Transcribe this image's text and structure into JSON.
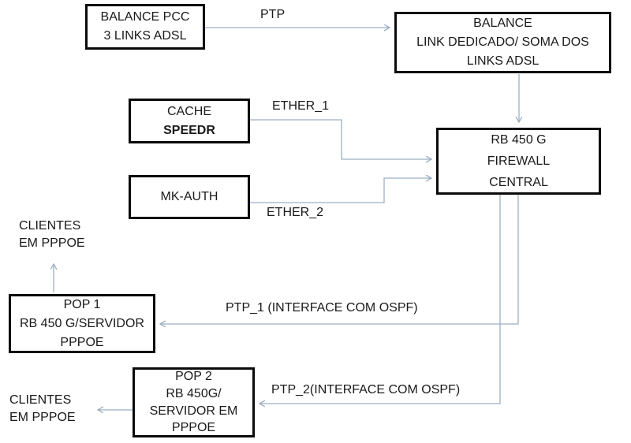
{
  "diagram": {
    "background_color": "#ffffff",
    "box_border_color": "#0a0a0a",
    "connector_color": "#9cafc3",
    "nodes": {
      "balance_pcc": {
        "line1": "BALANCE PCC",
        "line2": "3 LINKS ADSL"
      },
      "balance_dedicado": {
        "line1": "BALANCE",
        "line2": "LINK DEDICADO/ SOMA DOS",
        "line3": "LINKS ADSL"
      },
      "cache_speedr": {
        "line1": "CACHE",
        "line2": "SPEEDR"
      },
      "mk_auth": {
        "line1": "MK-AUTH"
      },
      "rb450_central": {
        "line1": "RB 450 G",
        "line2": "FIREWALL",
        "line3": "CENTRAL"
      },
      "pop1": {
        "line1": "POP 1",
        "line2": "RB 450 G/SERVIDOR",
        "line3": "PPPOE"
      },
      "pop2": {
        "line1": "POP 2",
        "line2": "RB 450G/",
        "line3": "SERVIDOR EM",
        "line4": "PPPOE"
      },
      "clientes_top": {
        "line1": "CLIENTES",
        "line2": "EM PPPOE"
      },
      "clientes_bottom": {
        "line1": "CLIENTES",
        "line2": "EM PPPOE"
      }
    },
    "edge_labels": {
      "ptp": "PTP",
      "ether1": "ETHER_1",
      "ether2": "ETHER_2",
      "ptp1": "PTP_1 (INTERFACE COM OSPF)",
      "ptp2": "PTP_2(INTERFACE COM OSPF)"
    }
  }
}
